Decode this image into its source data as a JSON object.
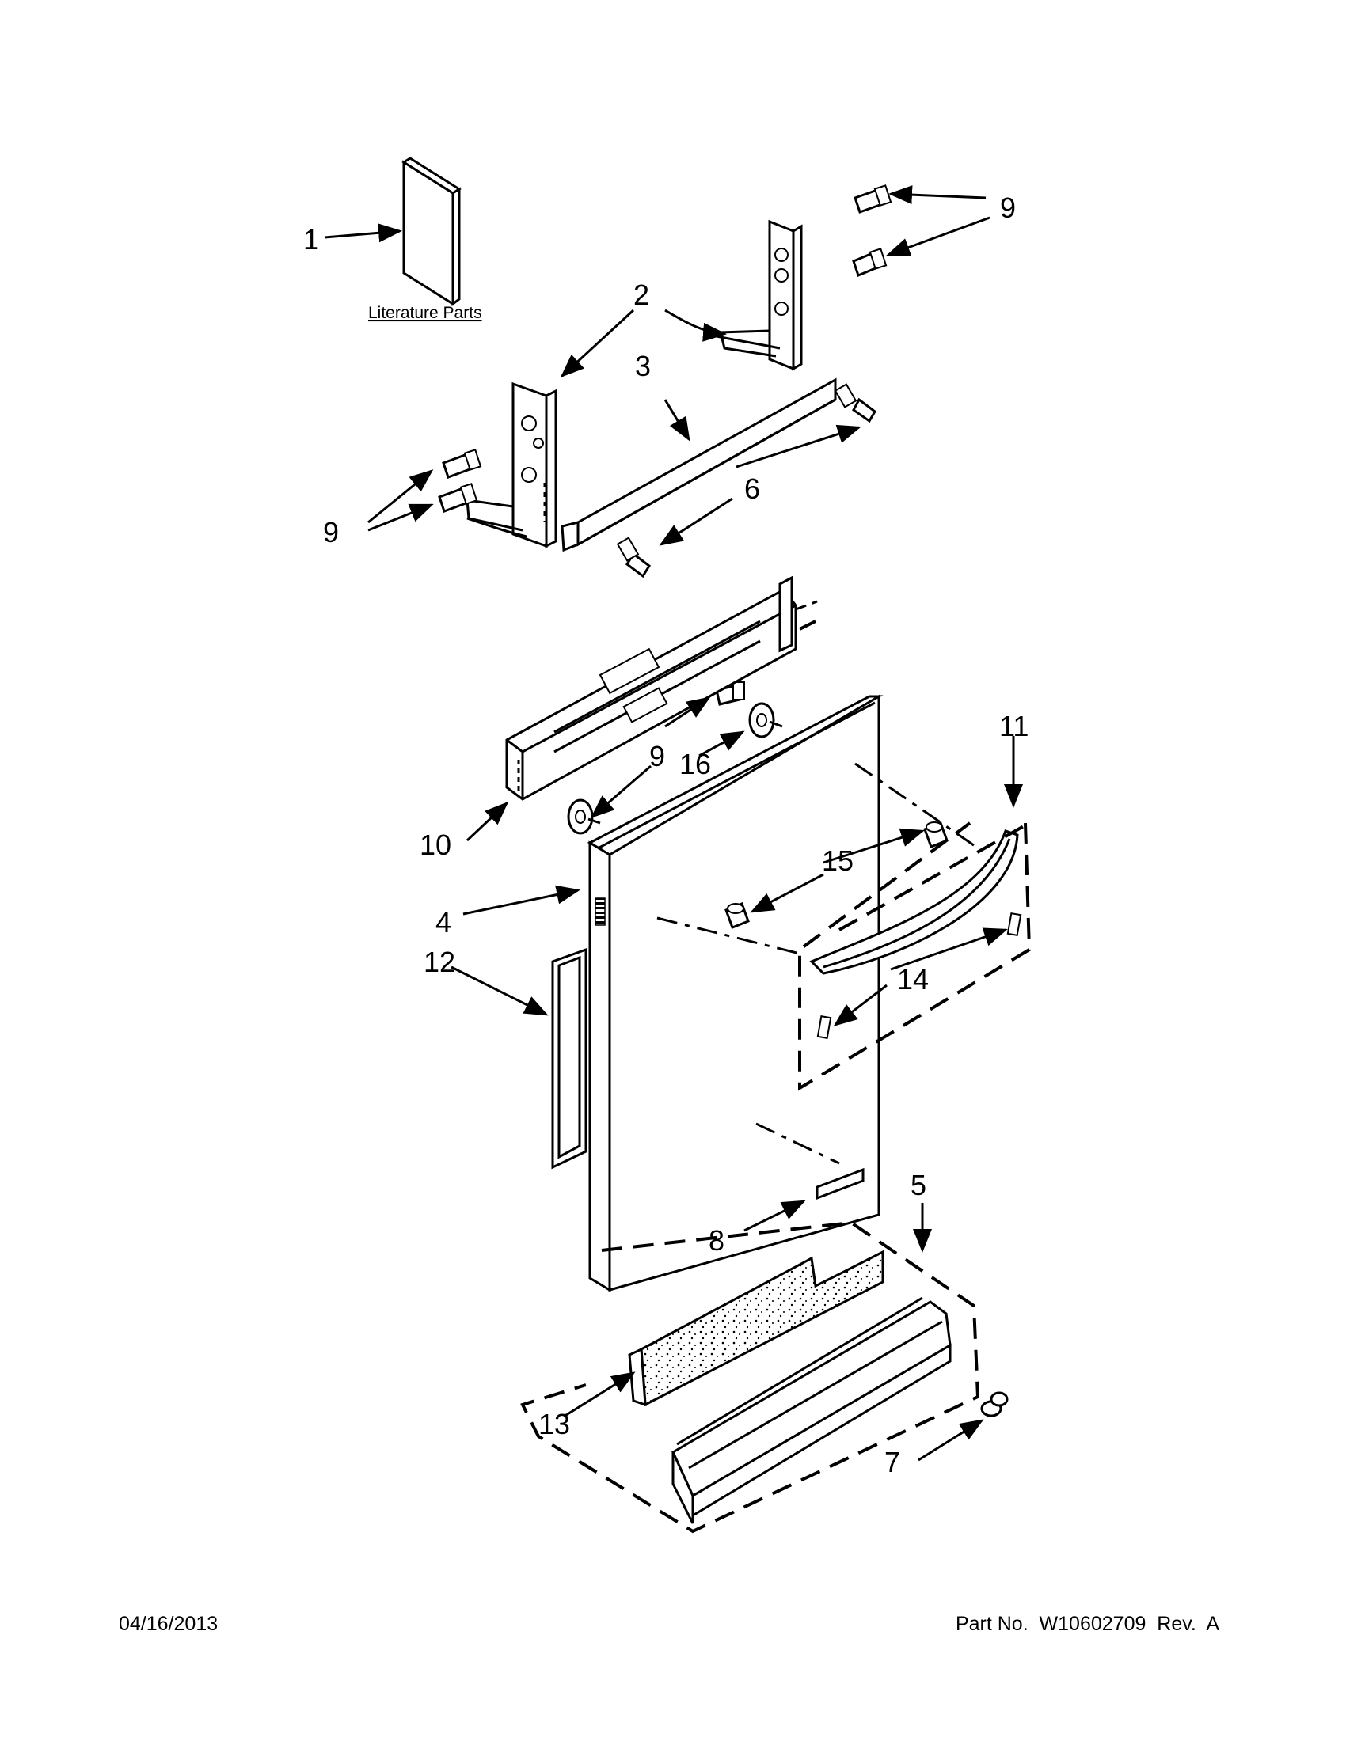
{
  "labels": {
    "l1": "1",
    "l2": "2",
    "l3": "3",
    "l4": "4",
    "l5": "5",
    "l6": "6",
    "l7": "7",
    "l8": "8",
    "l9a": "9",
    "l9b": "9",
    "l9c": "9",
    "l10": "10",
    "l11": "11",
    "l12": "12",
    "l13": "13",
    "l14": "14",
    "l15": "15",
    "l16": "16"
  },
  "caption": "Literature Parts",
  "footer": {
    "date": "04/16/2013",
    "part_number": "Part No.  W10602709  Rev.  A"
  }
}
